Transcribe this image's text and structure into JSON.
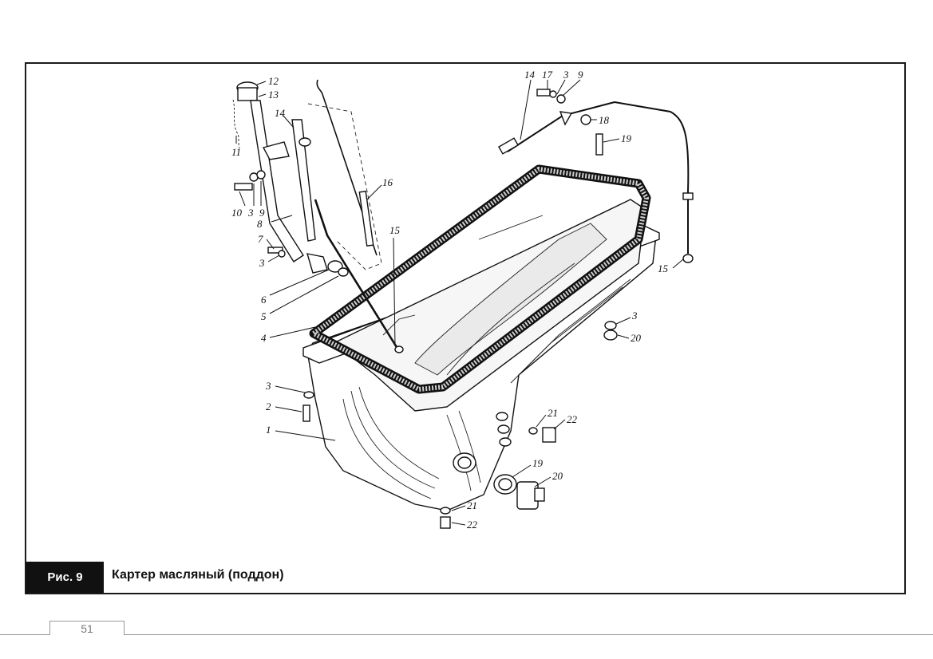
{
  "figure": {
    "label": "Рис. 9",
    "title": "Картер масляный (поддон)"
  },
  "page_number": "51",
  "callouts": [
    {
      "id": "c12",
      "text": "12"
    },
    {
      "id": "c13",
      "text": "13"
    },
    {
      "id": "c11",
      "text": "11"
    },
    {
      "id": "c14a",
      "text": "14"
    },
    {
      "id": "c16",
      "text": "16"
    },
    {
      "id": "c10",
      "text": "10"
    },
    {
      "id": "c3a",
      "text": "3"
    },
    {
      "id": "c9a",
      "text": "9"
    },
    {
      "id": "c8",
      "text": "8"
    },
    {
      "id": "c7",
      "text": "7"
    },
    {
      "id": "c3b",
      "text": "3"
    },
    {
      "id": "c6",
      "text": "6"
    },
    {
      "id": "c5",
      "text": "5"
    },
    {
      "id": "c4",
      "text": "4"
    },
    {
      "id": "c15a",
      "text": "15"
    },
    {
      "id": "c14b",
      "text": "14"
    },
    {
      "id": "c17",
      "text": "17"
    },
    {
      "id": "c3c",
      "text": "3"
    },
    {
      "id": "c9b",
      "text": "9"
    },
    {
      "id": "c18",
      "text": "18"
    },
    {
      "id": "c19a",
      "text": "19"
    },
    {
      "id": "c15b",
      "text": "15"
    },
    {
      "id": "c3d",
      "text": "3"
    },
    {
      "id": "c20a",
      "text": "20"
    },
    {
      "id": "c3e",
      "text": "3"
    },
    {
      "id": "c2",
      "text": "2"
    },
    {
      "id": "c1",
      "text": "1"
    },
    {
      "id": "c21a",
      "text": "21"
    },
    {
      "id": "c22a",
      "text": "22"
    },
    {
      "id": "c19b",
      "text": "19"
    },
    {
      "id": "c20b",
      "text": "20"
    },
    {
      "id": "c21b",
      "text": "21"
    },
    {
      "id": "c22b",
      "text": "22"
    }
  ]
}
